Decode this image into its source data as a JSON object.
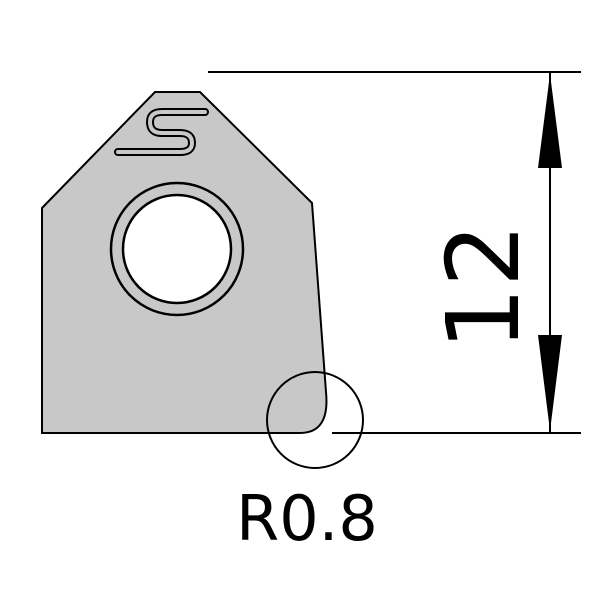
{
  "dimension": {
    "value_label": "12"
  },
  "radius": {
    "label": "R0.8"
  },
  "insert": {
    "marking": "S"
  },
  "colors": {
    "insert_fill": "#c8c8c8",
    "line": "#000000",
    "background": "#ffffff"
  }
}
